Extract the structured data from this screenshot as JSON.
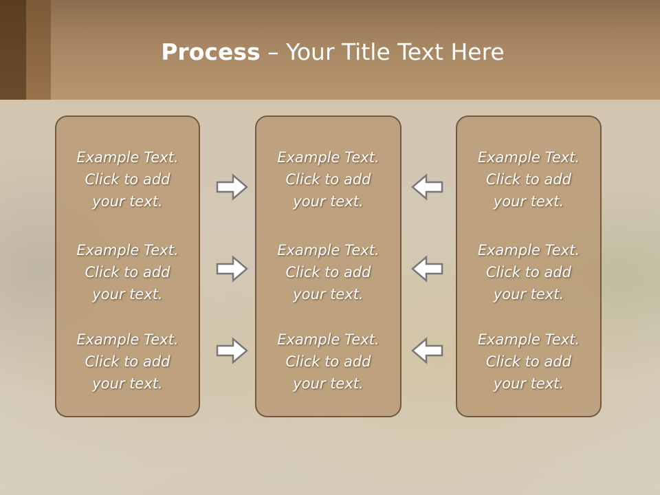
{
  "title": {
    "bold": "Process",
    "rest": " – Your Title Text Here"
  },
  "columns": [
    {
      "items": [
        {
          "line1": "Example Text.",
          "line2": "Click  to add",
          "line3": "your text."
        },
        {
          "line1": "Example Text.",
          "line2": "Click  to add",
          "line3": "your text."
        },
        {
          "line1": "Example Text.",
          "line2": "Click  to add",
          "line3": "your text."
        }
      ]
    },
    {
      "items": [
        {
          "line1": "Example Text.",
          "line2": "Click  to add",
          "line3": "your text."
        },
        {
          "line1": "Example Text.",
          "line2": "Click  to add",
          "line3": "your text."
        },
        {
          "line1": "Example Text.",
          "line2": "Click  to add",
          "line3": "your text."
        }
      ]
    },
    {
      "items": [
        {
          "line1": "Example Text.",
          "line2": "Click  to add",
          "line3": "your text."
        },
        {
          "line1": "Example Text.",
          "line2": "Click  to add",
          "line3": "your text."
        },
        {
          "line1": "Example Text.",
          "line2": "Click  to add",
          "line3": "your text."
        }
      ]
    }
  ],
  "arrows": {
    "left_group": "right-arrow-icon",
    "right_group": "left-arrow-icon"
  },
  "colors": {
    "header": "#a78663",
    "panel": "#ba9a74",
    "panel_border": "#6e5942",
    "text": "#ffffff"
  }
}
